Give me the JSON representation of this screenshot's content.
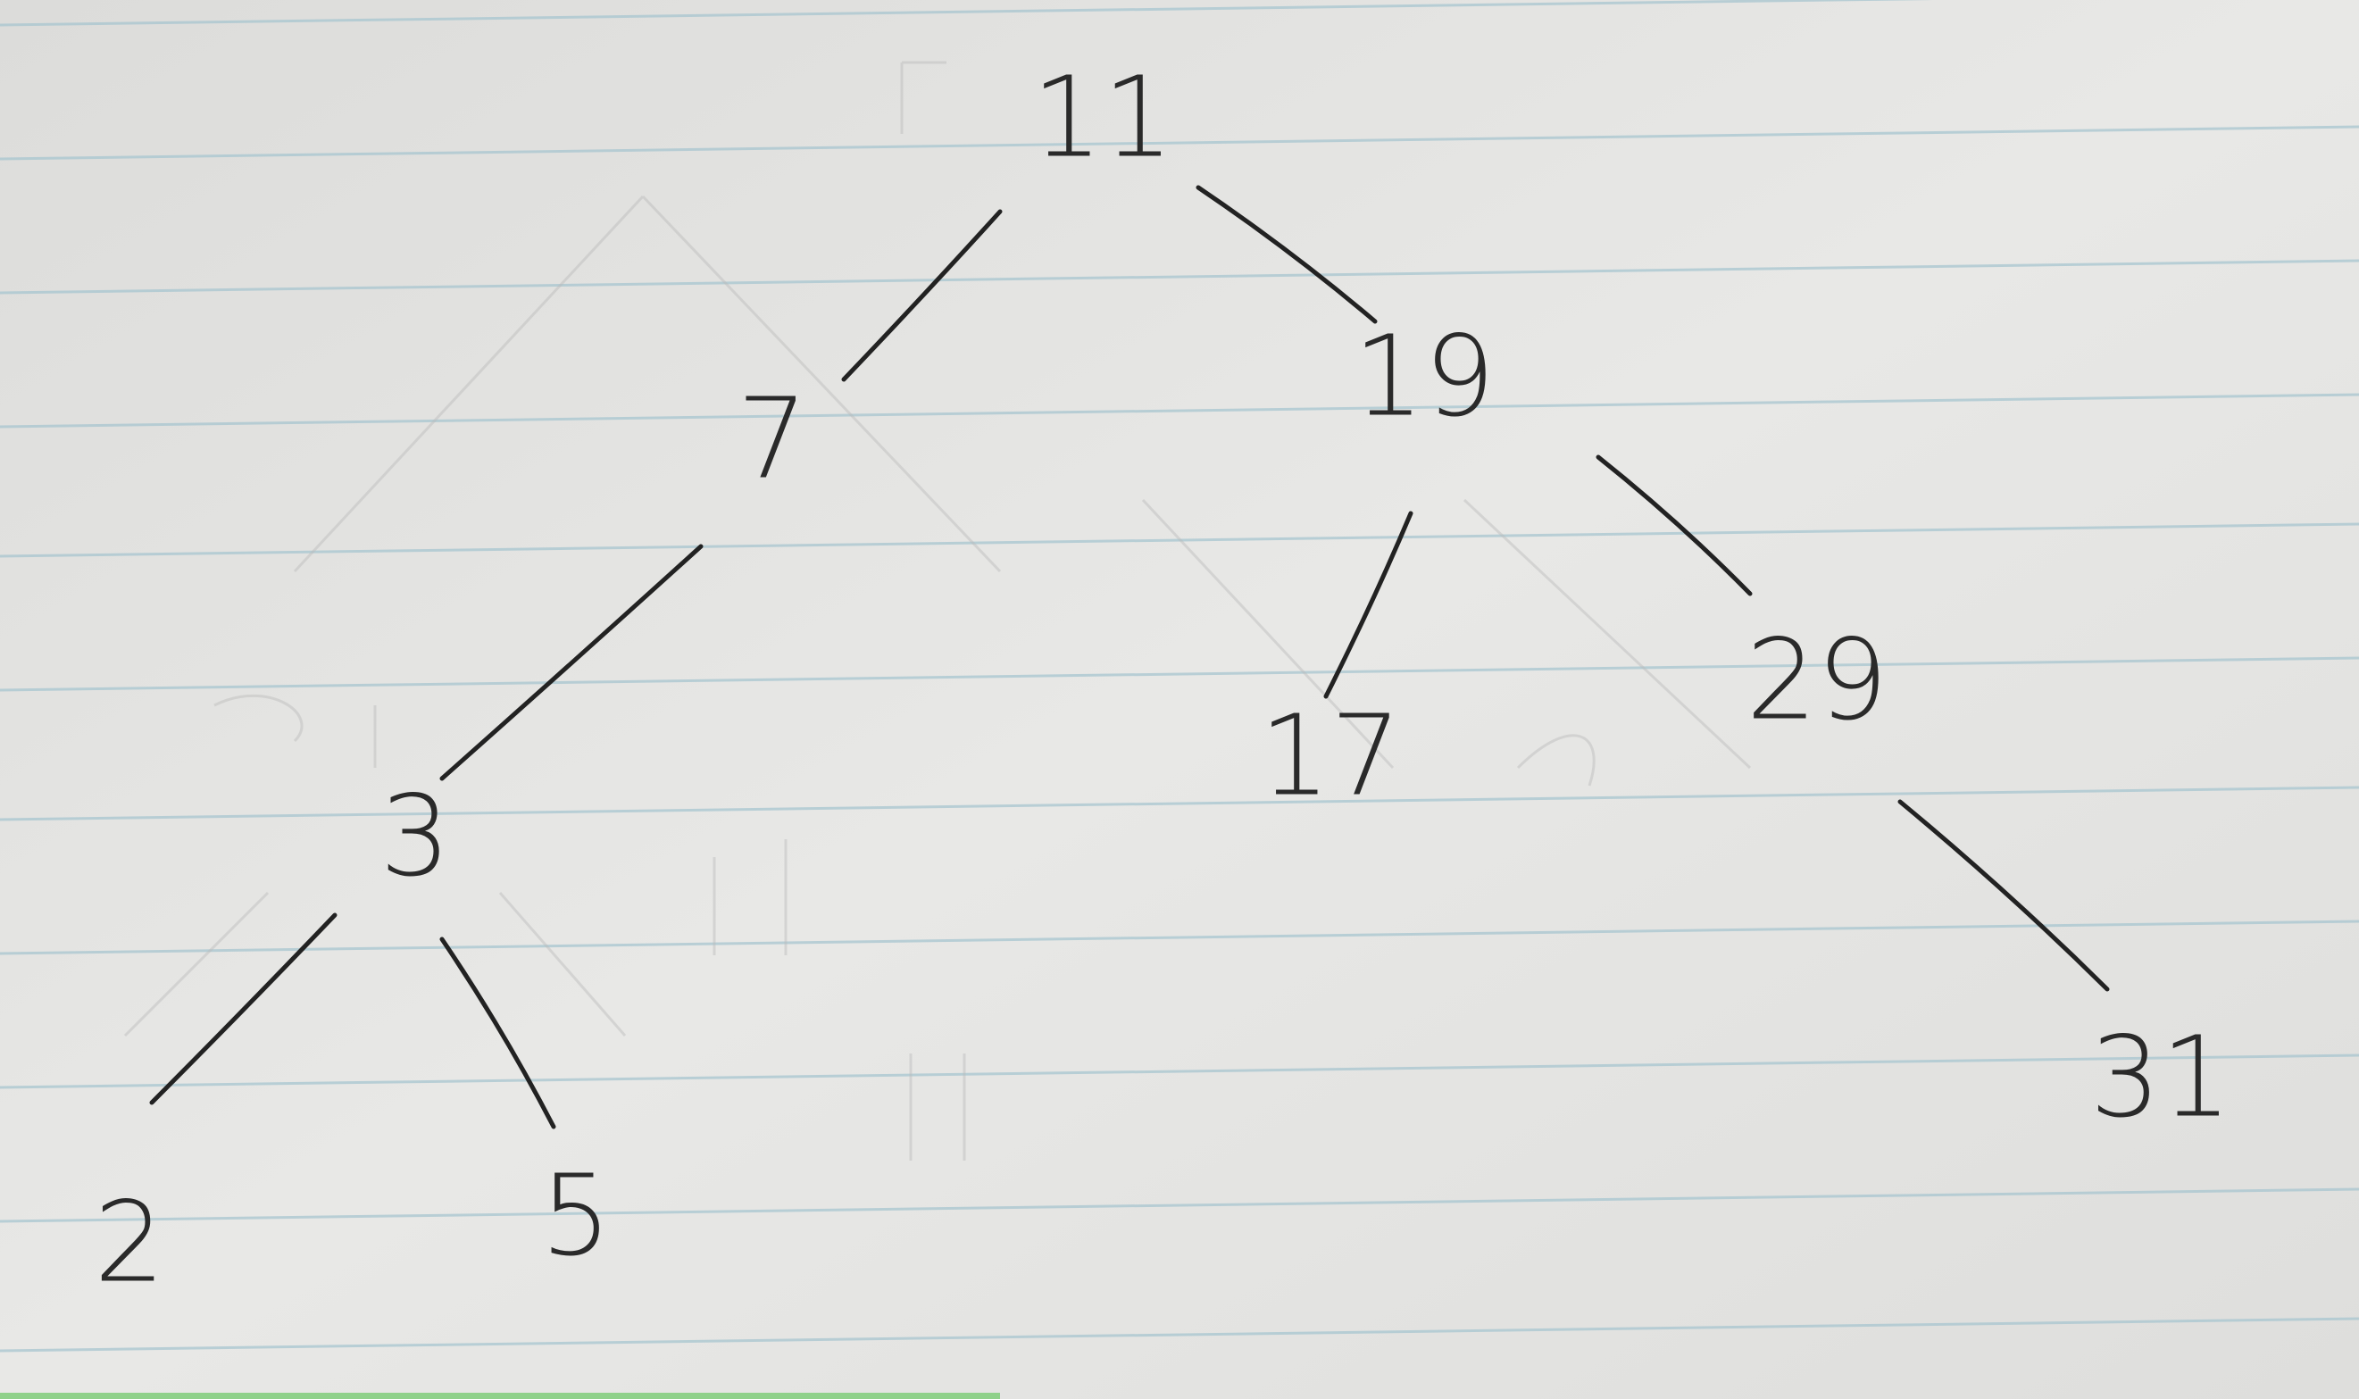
{
  "diagram": {
    "nodes": [
      {
        "id": "n11",
        "label": "11"
      },
      {
        "id": "n7",
        "label": "7"
      },
      {
        "id": "n19",
        "label": "19"
      },
      {
        "id": "n3",
        "label": "3"
      },
      {
        "id": "n17",
        "label": "17"
      },
      {
        "id": "n29",
        "label": "29"
      },
      {
        "id": "n2",
        "label": "2"
      },
      {
        "id": "n5",
        "label": "5"
      },
      {
        "id": "n31",
        "label": "31"
      }
    ],
    "edges": [
      {
        "from": "n11",
        "to": "n7"
      },
      {
        "from": "n11",
        "to": "n19"
      },
      {
        "from": "n7",
        "to": "n3"
      },
      {
        "from": "n19",
        "to": "n17"
      },
      {
        "from": "n19",
        "to": "n29"
      },
      {
        "from": "n3",
        "to": "n2"
      },
      {
        "from": "n3",
        "to": "n5"
      },
      {
        "from": "n29",
        "to": "n31"
      }
    ]
  },
  "colors": {
    "paper": "#e4e4e2",
    "ink": "#222222",
    "ruled_lines": "#a8c6d0"
  }
}
